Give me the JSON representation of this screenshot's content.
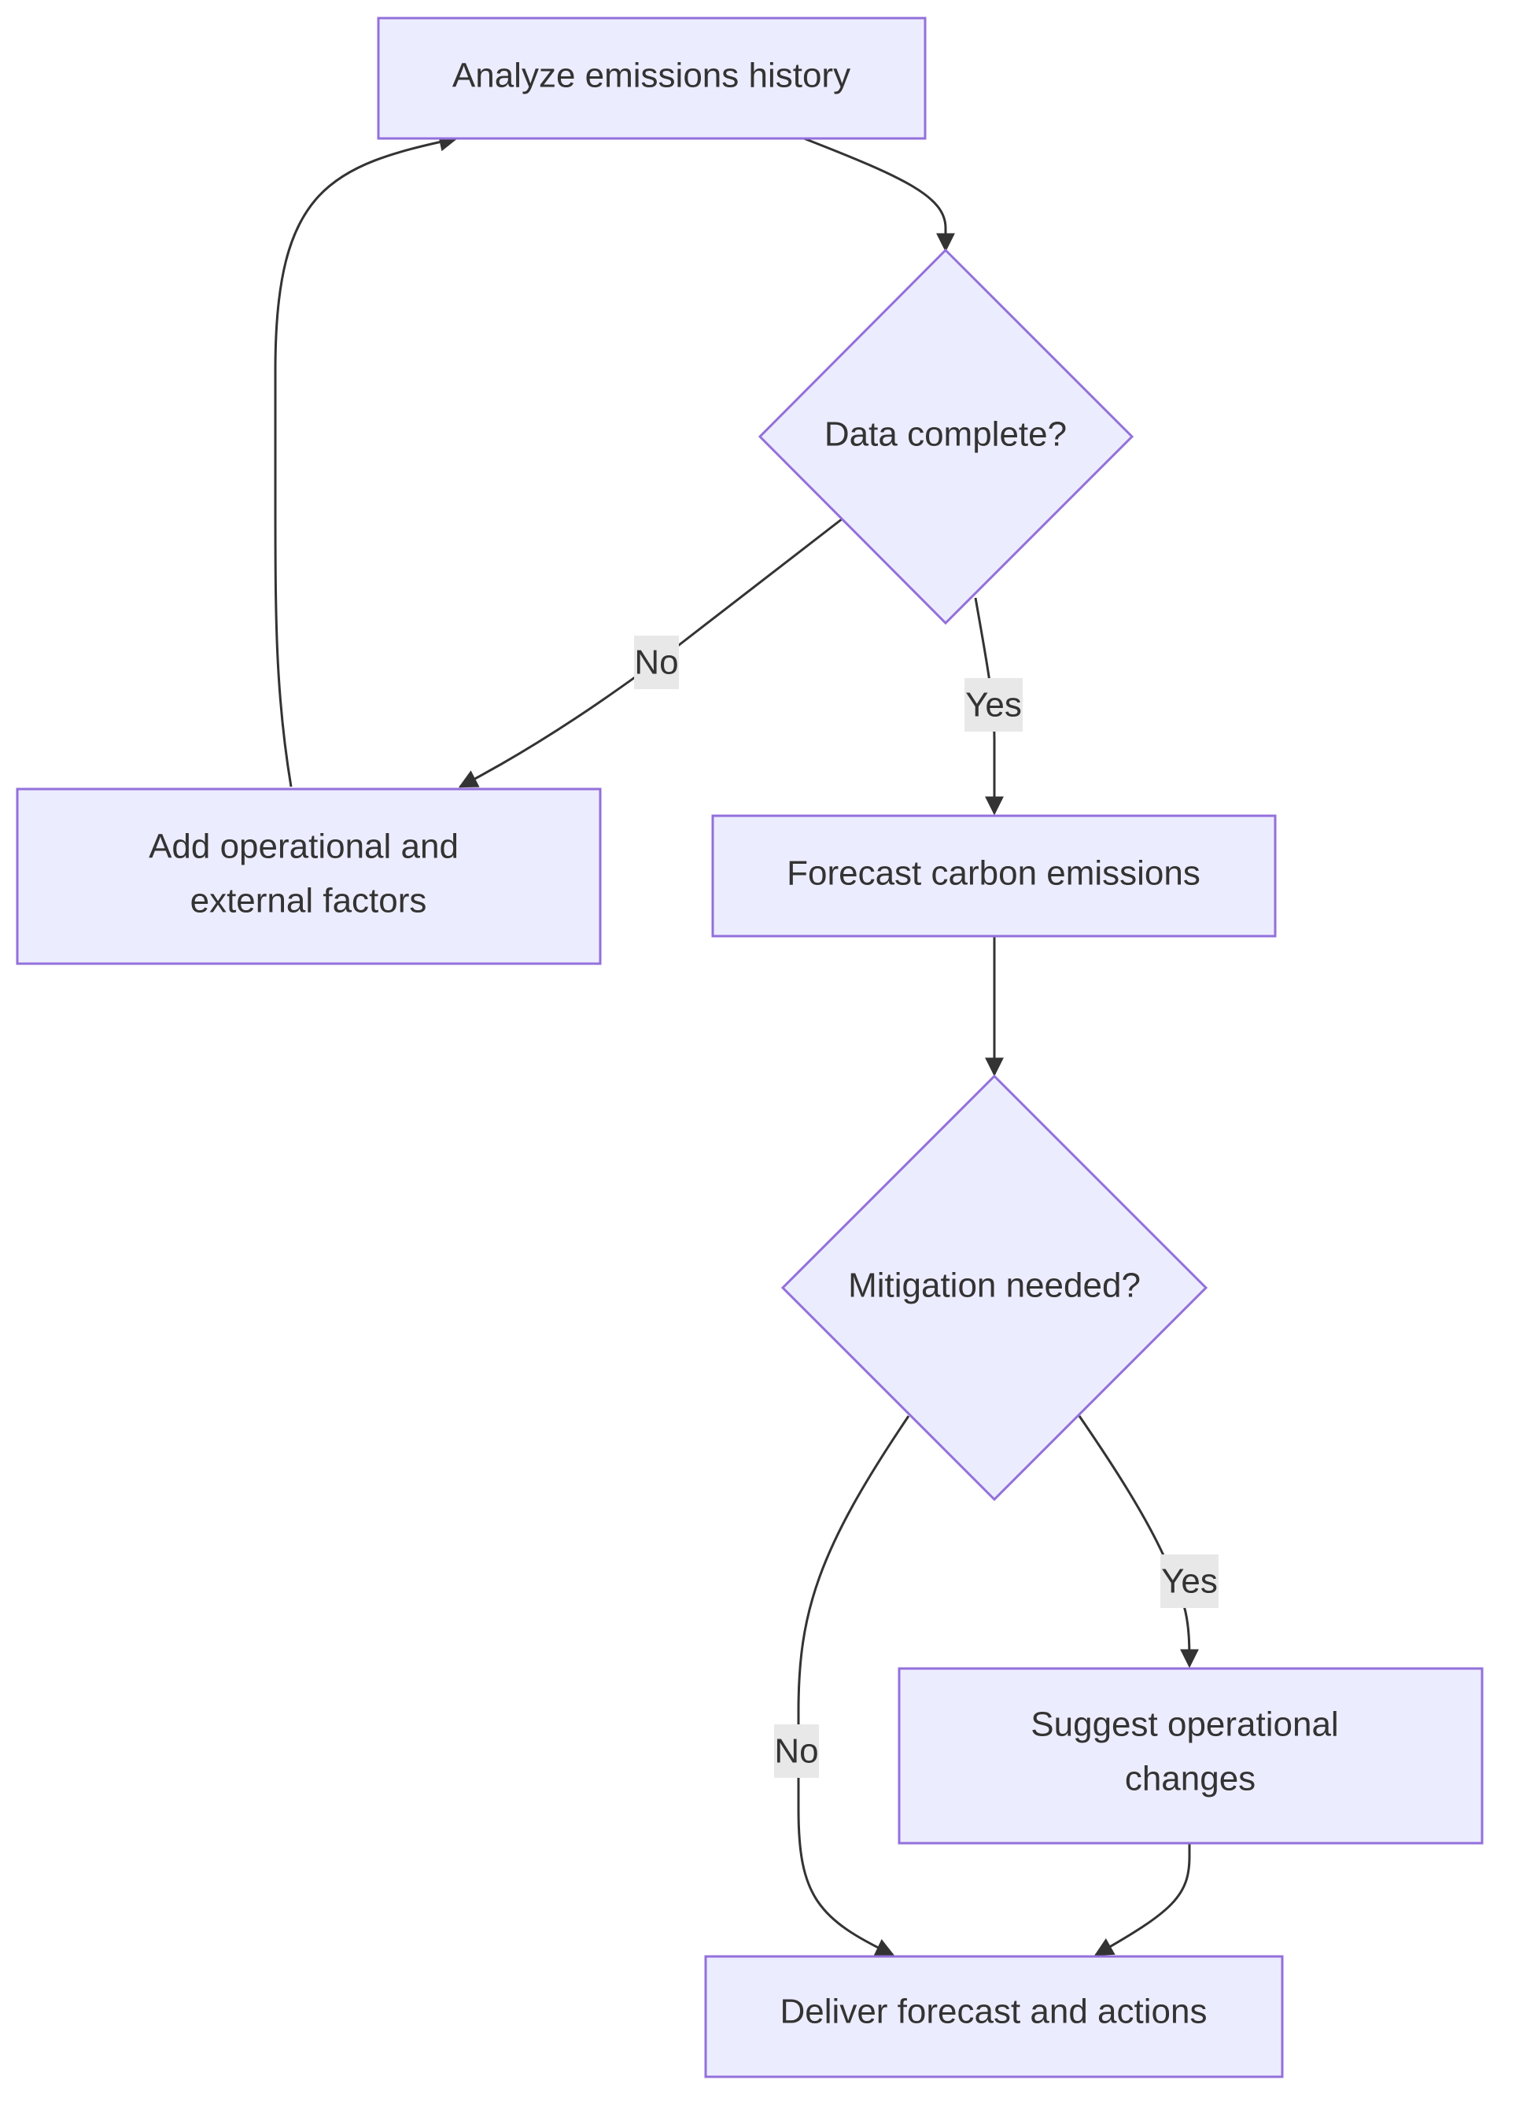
{
  "colors": {
    "node_fill": "#ECECFF",
    "node_stroke": "#9370DB",
    "edge": "#333333",
    "label_bg": "#E8E8E8",
    "text": "#333333"
  },
  "nodes": {
    "analyze": {
      "lines": [
        "Analyze emissions history"
      ]
    },
    "data_complete": {
      "lines": [
        "Data complete?"
      ]
    },
    "add_factors": {
      "lines": [
        "Add operational and",
        "external factors"
      ]
    },
    "forecast": {
      "lines": [
        "Forecast carbon emissions"
      ]
    },
    "mitigation": {
      "lines": [
        "Mitigation needed?"
      ]
    },
    "suggest": {
      "lines": [
        "Suggest operational",
        "changes"
      ]
    },
    "deliver": {
      "lines": [
        "Deliver forecast and actions"
      ]
    }
  },
  "edges": {
    "analyze_to_data_complete": {
      "from": "analyze",
      "to": "data_complete",
      "label": ""
    },
    "data_complete_no": {
      "from": "data_complete",
      "to": "add_factors",
      "label": "No"
    },
    "data_complete_yes": {
      "from": "data_complete",
      "to": "forecast",
      "label": "Yes"
    },
    "add_factors_to_analyze": {
      "from": "add_factors",
      "to": "analyze",
      "label": ""
    },
    "forecast_to_mitigation": {
      "from": "forecast",
      "to": "mitigation",
      "label": ""
    },
    "mitigation_yes": {
      "from": "mitigation",
      "to": "suggest",
      "label": "Yes"
    },
    "mitigation_no": {
      "from": "mitigation",
      "to": "deliver",
      "label": "No"
    },
    "suggest_to_deliver": {
      "from": "suggest",
      "to": "deliver",
      "label": ""
    }
  }
}
